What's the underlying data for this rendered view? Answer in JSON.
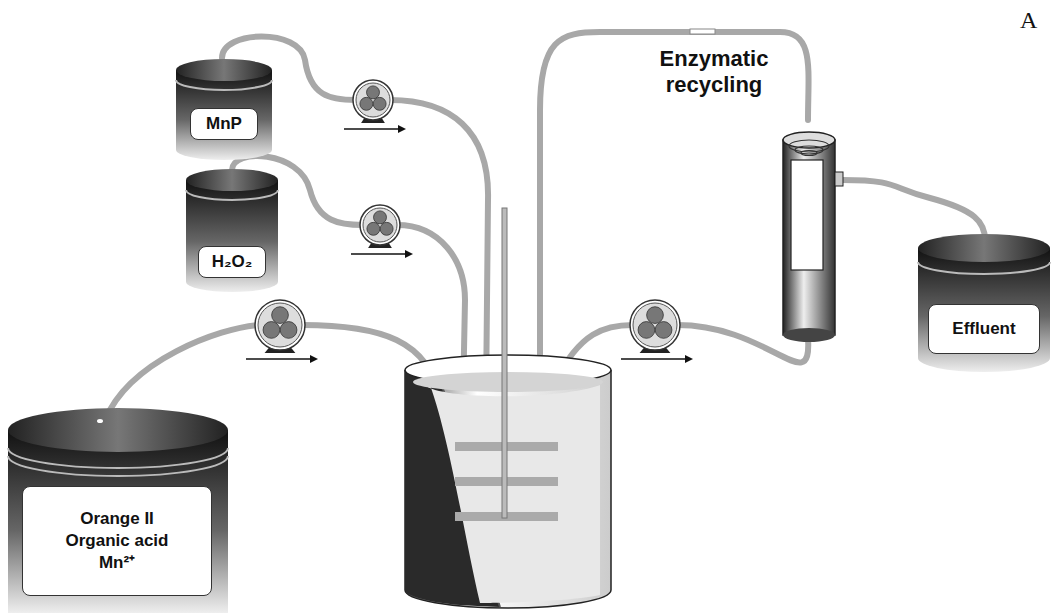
{
  "diagram": {
    "nodes": [
      {
        "text": [
          "MnP"
        ]
      },
      {
        "text": [
          "H₂O₂"
        ]
      },
      {
        "text": [
          "Orange II Organic acid Mn²⁺"
        ]
      },
      {
        "text": [
          "Effluent"
        ]
      }
    ],
    "labels": [
      "Enzymatic recycling",
      "A"
    ]
  }
}
